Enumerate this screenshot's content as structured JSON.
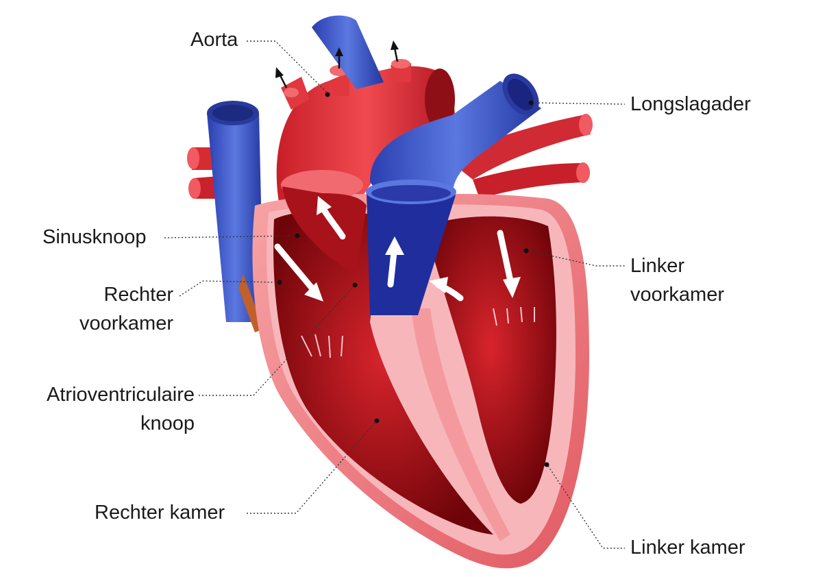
{
  "labels": {
    "aorta": "Aorta",
    "longslagader": "Longslagader",
    "sinusknoop": "Sinusknoop",
    "rechter_voorkamer": [
      "Rechter",
      "voorkamer"
    ],
    "linker_voorkamer": [
      "Linker",
      "voorkamer"
    ],
    "av_knoop": [
      "Atrioventriculaire",
      "knoop"
    ],
    "rechter_kamer": "Rechter kamer",
    "linker_kamer": "Linker kamer"
  },
  "colors": {
    "artery_red": "#e8343c",
    "vein_blue": "#3450c4",
    "muscle_pink": "#f07a80",
    "chamber_dark": "#8a0a10",
    "label_text": "#1a1a1a"
  }
}
